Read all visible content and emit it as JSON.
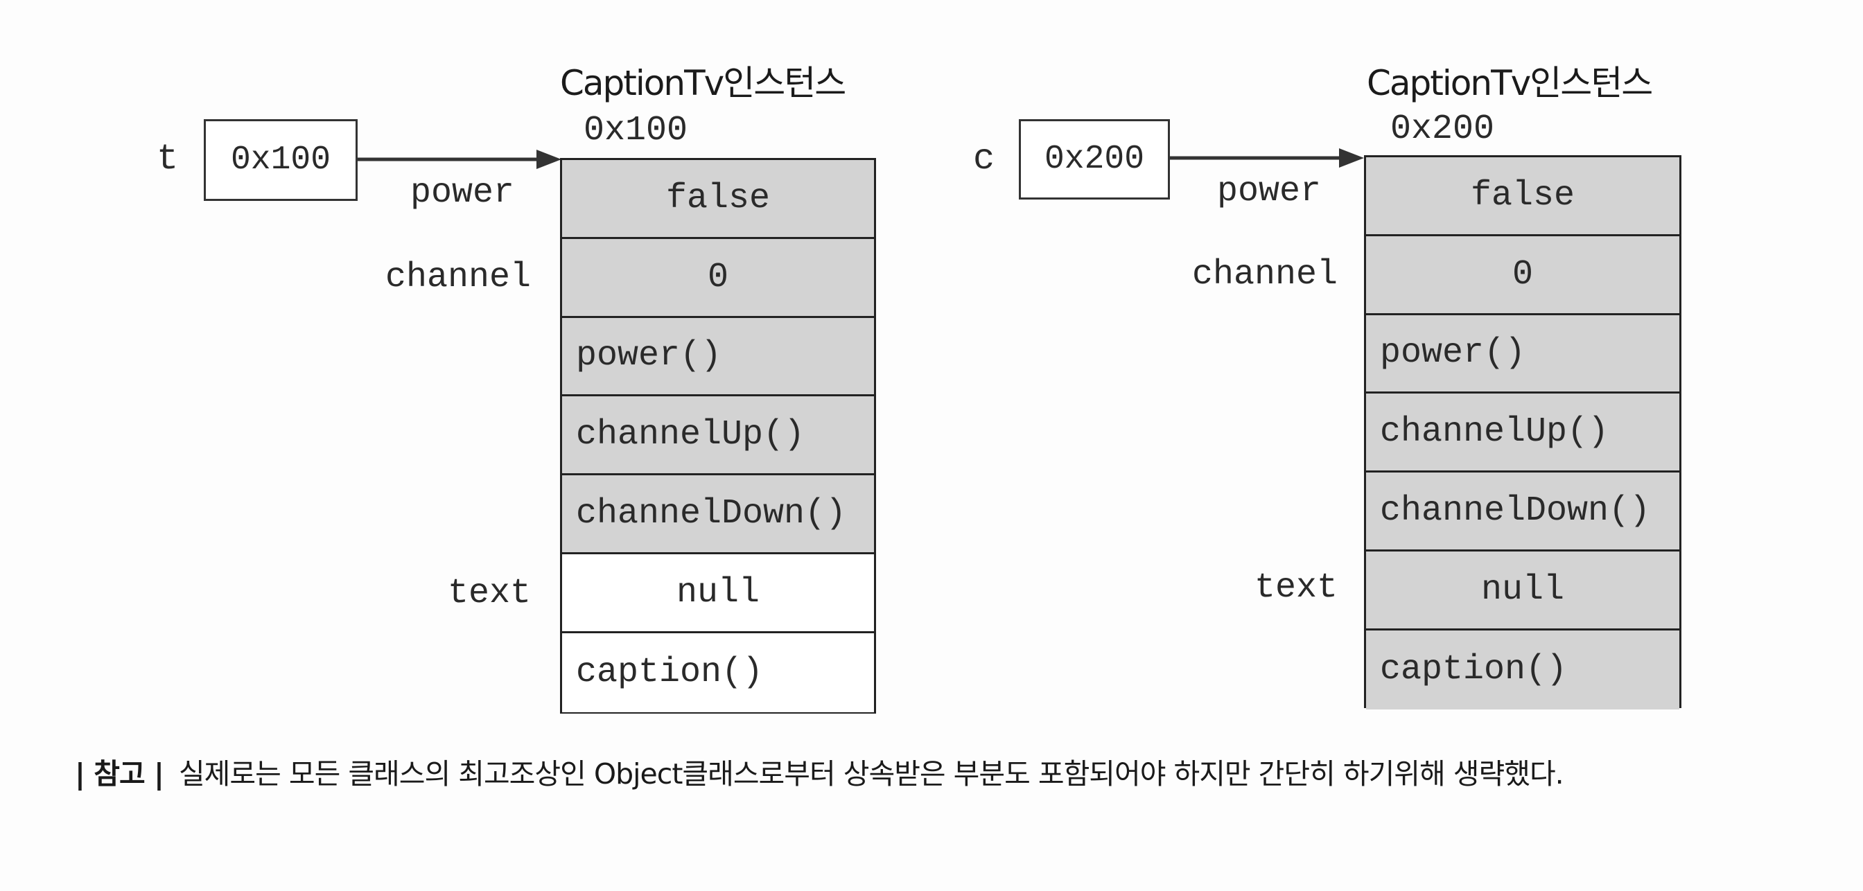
{
  "left": {
    "title": "CaptionTv인스턴스",
    "address": "0x100",
    "var_name": "t",
    "ref_value": "0x100",
    "field_labels": {
      "power": "power",
      "channel": "channel",
      "text": "text"
    },
    "cells": [
      "false",
      "0",
      "power()",
      "channelUp()",
      "channelDown()",
      "null",
      "caption()"
    ]
  },
  "right": {
    "title": "CaptionTv인스턴스",
    "address": "0x200",
    "var_name": "c",
    "ref_value": "0x200",
    "field_labels": {
      "power": "power",
      "channel": "channel",
      "text": "text"
    },
    "cells": [
      "false",
      "0",
      "power()",
      "channelUp()",
      "channelDown()",
      "null",
      "caption()"
    ]
  },
  "colors": {
    "inherited_fill": "#d3d3d3",
    "own_fill": "#ffffff",
    "stroke": "#222222"
  },
  "note": {
    "tag": "| 참고 |",
    "text": "실제로는 모든 클래스의 최고조상인 Object클래스로부터 상속받은 부분도 포함되어야 하지만 간단히 하기위해 생략했다."
  }
}
